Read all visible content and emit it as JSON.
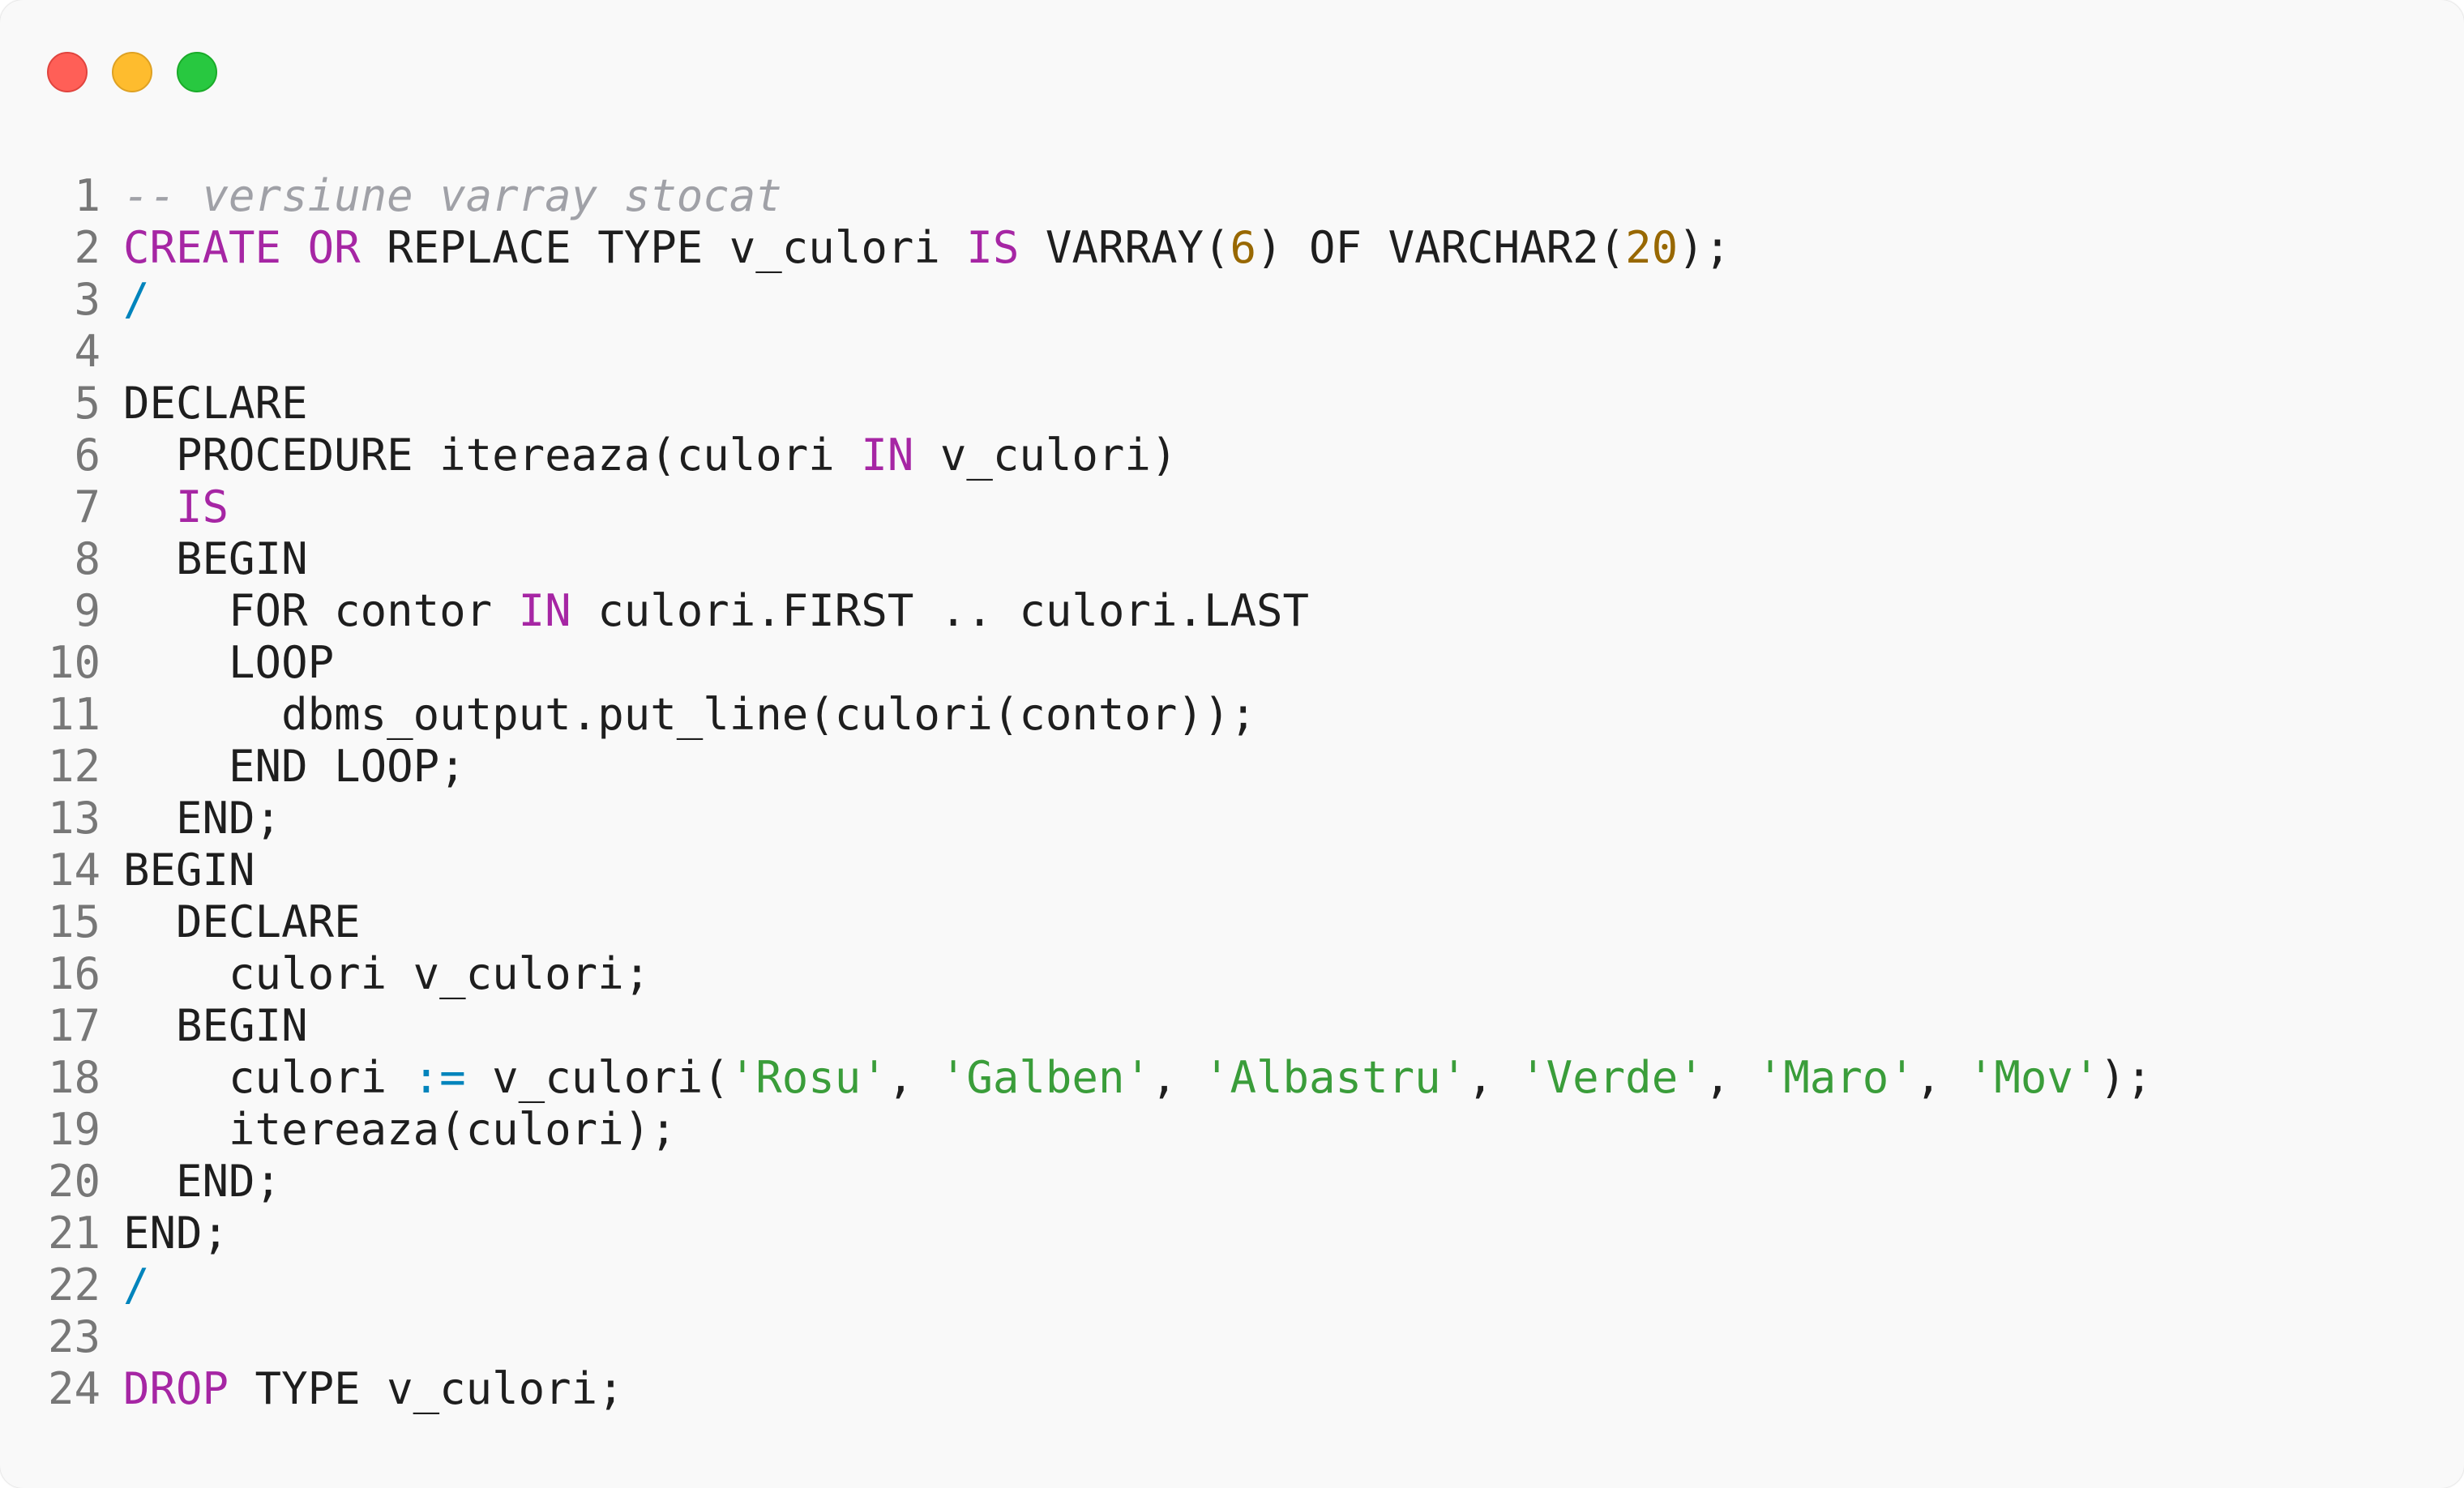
{
  "window": {
    "controls": {
      "close_icon": "close-dot",
      "minimize_icon": "minimize-dot",
      "maximize_icon": "maximize-dot",
      "colors": {
        "close": "#ff5f57",
        "minimize": "#febc2e",
        "maximize": "#28c840"
      }
    }
  },
  "syntax_colors": {
    "plain": "#1e1e1e",
    "keyword": "#a626a4",
    "number": "#986801",
    "string": "#3a9d3a",
    "comment": "#a0a1a7",
    "slash": "#0184bc",
    "line_number": "#777777"
  },
  "code": {
    "lines": [
      {
        "number": "1",
        "tokens": [
          {
            "t": "comment",
            "v": "-- versiune varray stocat"
          }
        ]
      },
      {
        "number": "2",
        "tokens": [
          {
            "t": "keyword",
            "v": "CREATE"
          },
          {
            "t": "plain",
            "v": " "
          },
          {
            "t": "keyword",
            "v": "OR"
          },
          {
            "t": "plain",
            "v": " REPLACE TYPE v_culori "
          },
          {
            "t": "keyword",
            "v": "IS"
          },
          {
            "t": "plain",
            "v": " VARRAY("
          },
          {
            "t": "number",
            "v": "6"
          },
          {
            "t": "plain",
            "v": ") OF VARCHAR2("
          },
          {
            "t": "number",
            "v": "20"
          },
          {
            "t": "plain",
            "v": ");"
          }
        ]
      },
      {
        "number": "3",
        "tokens": [
          {
            "t": "slash",
            "v": "/"
          }
        ]
      },
      {
        "number": "4",
        "tokens": []
      },
      {
        "number": "5",
        "tokens": [
          {
            "t": "plain",
            "v": "DECLARE"
          }
        ]
      },
      {
        "number": "6",
        "tokens": [
          {
            "t": "plain",
            "v": "  PROCEDURE itereaza(culori "
          },
          {
            "t": "keyword",
            "v": "IN"
          },
          {
            "t": "plain",
            "v": " v_culori)"
          }
        ]
      },
      {
        "number": "7",
        "tokens": [
          {
            "t": "plain",
            "v": "  "
          },
          {
            "t": "keyword",
            "v": "IS"
          }
        ]
      },
      {
        "number": "8",
        "tokens": [
          {
            "t": "plain",
            "v": "  BEGIN"
          }
        ]
      },
      {
        "number": "9",
        "tokens": [
          {
            "t": "plain",
            "v": "    FOR contor "
          },
          {
            "t": "keyword",
            "v": "IN"
          },
          {
            "t": "plain",
            "v": " culori.FIRST .. culori.LAST"
          }
        ]
      },
      {
        "number": "10",
        "tokens": [
          {
            "t": "plain",
            "v": "    LOOP"
          }
        ]
      },
      {
        "number": "11",
        "tokens": [
          {
            "t": "plain",
            "v": "      dbms_output.put_line(culori(contor));"
          }
        ]
      },
      {
        "number": "12",
        "tokens": [
          {
            "t": "plain",
            "v": "    END LOOP;"
          }
        ]
      },
      {
        "number": "13",
        "tokens": [
          {
            "t": "plain",
            "v": "  END;"
          }
        ]
      },
      {
        "number": "14",
        "tokens": [
          {
            "t": "plain",
            "v": "BEGIN"
          }
        ]
      },
      {
        "number": "15",
        "tokens": [
          {
            "t": "plain",
            "v": "  DECLARE"
          }
        ]
      },
      {
        "number": "16",
        "tokens": [
          {
            "t": "plain",
            "v": "    culori v_culori;"
          }
        ]
      },
      {
        "number": "17",
        "tokens": [
          {
            "t": "plain",
            "v": "  BEGIN"
          }
        ]
      },
      {
        "number": "18",
        "tokens": [
          {
            "t": "plain",
            "v": "    culori "
          },
          {
            "t": "operator",
            "v": ":="
          },
          {
            "t": "plain",
            "v": " v_culori("
          },
          {
            "t": "string",
            "v": "'Rosu'"
          },
          {
            "t": "plain",
            "v": ", "
          },
          {
            "t": "string",
            "v": "'Galben'"
          },
          {
            "t": "plain",
            "v": ", "
          },
          {
            "t": "string",
            "v": "'Albastru'"
          },
          {
            "t": "plain",
            "v": ", "
          },
          {
            "t": "string",
            "v": "'Verde'"
          },
          {
            "t": "plain",
            "v": ", "
          },
          {
            "t": "string",
            "v": "'Maro'"
          },
          {
            "t": "plain",
            "v": ", "
          },
          {
            "t": "string",
            "v": "'Mov'"
          },
          {
            "t": "plain",
            "v": ");"
          }
        ]
      },
      {
        "number": "19",
        "tokens": [
          {
            "t": "plain",
            "v": "    itereaza(culori);"
          }
        ]
      },
      {
        "number": "20",
        "tokens": [
          {
            "t": "plain",
            "v": "  END;"
          }
        ]
      },
      {
        "number": "21",
        "tokens": [
          {
            "t": "plain",
            "v": "END;"
          }
        ]
      },
      {
        "number": "22",
        "tokens": [
          {
            "t": "slash",
            "v": "/"
          }
        ]
      },
      {
        "number": "23",
        "tokens": []
      },
      {
        "number": "24",
        "tokens": [
          {
            "t": "keyword",
            "v": "DROP"
          },
          {
            "t": "plain",
            "v": " TYPE v_culori;"
          }
        ]
      }
    ]
  }
}
